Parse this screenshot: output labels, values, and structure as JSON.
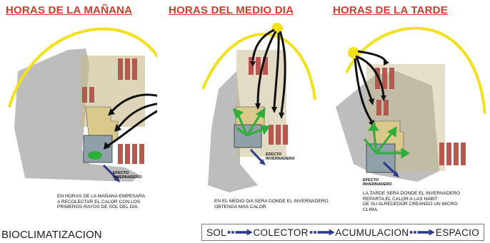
{
  "titles": {
    "morning": "HORAS DE LA  MAÑANA",
    "noon": "HORAS DEL MEDIO DIA",
    "afternoon": "HORAS DE LA TARDE"
  },
  "efecto": {
    "line1": "EFECTO",
    "line2": "INVERNADERO"
  },
  "captions": {
    "morning": [
      "EN HORAS DE LA MAÑANA EMPESARA",
      "A RECOLECTAR EL CALOR CON LOS",
      "PRIMEROS RAYOS DE SOL DEL DIA."
    ],
    "noon": [
      "EN EL MEDIO DIA SERA DONDE EL INVERNADERO",
      "OBTENGA MAS CALOR."
    ],
    "afternoon": [
      "LA TARDE SERA DONDE EL INVERNADERO",
      "REPARTA EL CALOR A LAS HABIT",
      "DE SU ALREDEDOR CREANDO UN MICRO",
      "CLIMA."
    ]
  },
  "section_label": "BIOCLIMATIZACION",
  "legend": [
    "SOL",
    "COLECTOR",
    "ACUMULACION",
    "ESPACIO"
  ],
  "colors": {
    "sun": "#f2e11a",
    "title": "#d23a2c",
    "arrow_black": "#111111",
    "arrow_green": "#2fae3a",
    "arrow_blue": "#2d3a8a",
    "terrain": "#b9b9b9",
    "brick": "#b5584f",
    "wall": "#d9c98a"
  }
}
